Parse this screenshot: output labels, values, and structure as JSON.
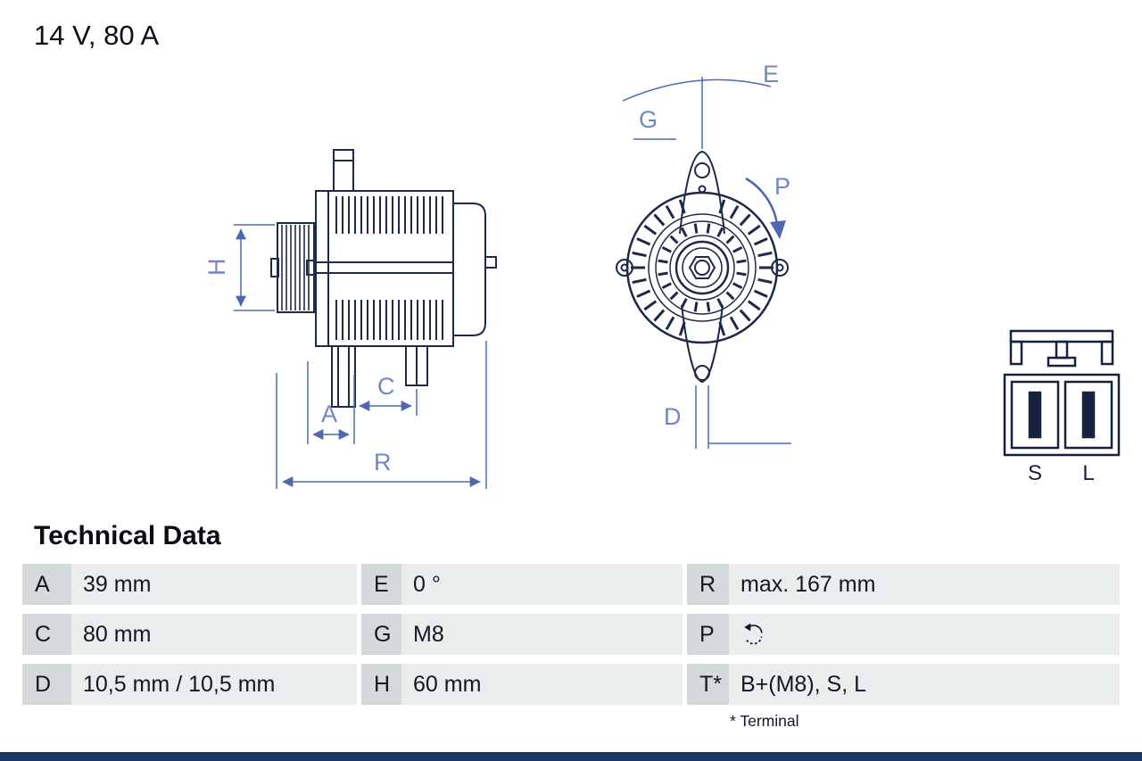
{
  "product": {
    "rating": "14 V, 80 A"
  },
  "diagram": {
    "dim_labels": {
      "A": "A",
      "C": "C",
      "D": "D",
      "E": "E",
      "G": "G",
      "H": "H",
      "P": "P",
      "R": "R"
    },
    "connector_labels": {
      "s": "S",
      "l": "L"
    }
  },
  "icons": {
    "rotation_direction": "↺"
  },
  "colors": {
    "drawing_line": "#1c2947",
    "dimension_blue": "#4e68b0",
    "table_key_bg": "#d4d9dc",
    "table_value_bg": "#eaedee",
    "bottom_bar": "#1c3763"
  },
  "table": {
    "title": "Technical Data",
    "footnote": "* Terminal",
    "rows": [
      {
        "cells": [
          {
            "key": "A",
            "value": "39 mm"
          },
          {
            "key": "E",
            "value": "0 °"
          },
          {
            "key": "R",
            "value": "max. 167 mm"
          }
        ]
      },
      {
        "cells": [
          {
            "key": "C",
            "value": "80 mm"
          },
          {
            "key": "G",
            "value": "M8"
          },
          {
            "key": "P",
            "value": "",
            "icon": "rotation_direction"
          }
        ]
      },
      {
        "cells": [
          {
            "key": "D",
            "value": "10,5 mm / 10,5 mm"
          },
          {
            "key": "H",
            "value": "60 mm"
          },
          {
            "key": "T*",
            "value": "B+(M8), S, L"
          }
        ]
      }
    ]
  }
}
